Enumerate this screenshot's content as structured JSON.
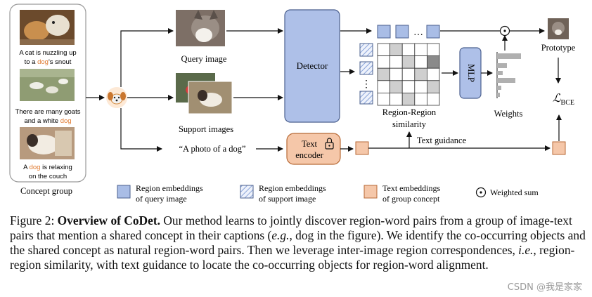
{
  "concept_group": {
    "label": "Concept group",
    "captions": [
      {
        "before": "A cat is nuzzling up to a ",
        "highlight": "dog",
        "after": "'s snout",
        "line1": "A cat is nuzzling up",
        "line2_pre": "to a ",
        "line2_post": "'s snout"
      },
      {
        "line1": "There are many goats",
        "line2_pre": "and a white ",
        "highlight": "dog",
        "line2_post": ""
      },
      {
        "line1_pre": "A ",
        "highlight": "dog",
        "line1_post": " is relaxing",
        "line2": "on the couch"
      }
    ]
  },
  "labels": {
    "query_image": "Query image",
    "support_images": "Support images",
    "text_prompt": "“A photo of a dog”",
    "detector": "Detector",
    "text_encoder_line1": "Text",
    "text_encoder_line2": "encoder",
    "region_region_line1": "Region-Region",
    "region_region_line2": "similarity",
    "mlp": "MLP",
    "weights": "Weights",
    "prototype": "Prototype",
    "loss": "ℒ",
    "loss_sub": "BCE",
    "text_guidance": "Text guidance",
    "dots_h": "…",
    "dots_v": "⋮"
  },
  "legend": [
    {
      "line1": "Region embeddings",
      "line2": "of query image",
      "kind": "query"
    },
    {
      "line1": "Region embeddings",
      "line2": "of support image",
      "kind": "support"
    },
    {
      "line1": "Text embeddings",
      "line2": "of group concept",
      "kind": "text"
    },
    {
      "line1": "Weighted sum",
      "line2": "",
      "kind": "sum"
    }
  ],
  "caption": {
    "prefix": "Figure 2: ",
    "bold": "Overview of CoDet.",
    "part1": " Our method learns to jointly discover region-word pairs from a group of image-text pairs that mention a shared concept in their captions (",
    "eg": "e.g.",
    "part2": ", dog in the figure). We identify the co-occurring objects and the shared concept as natural region-word pairs. Then we leverage inter-image region correspondences, ",
    "ie": "i.e.",
    "part3": ", region-region similarity, with text guidance to locate the co-occurring objects for region-word alignment."
  },
  "watermark": "CSDN @我是家家",
  "colors": {
    "query_blue": "#a9bde6",
    "detector_blue": "#aec0e8",
    "text_orange": "#f5c7a9",
    "dog_orange": "#e0792e",
    "grid_gray": "#c8c8c8",
    "grid_dark": "#8a8a8a",
    "weight_bar": "#b0b0b0"
  }
}
